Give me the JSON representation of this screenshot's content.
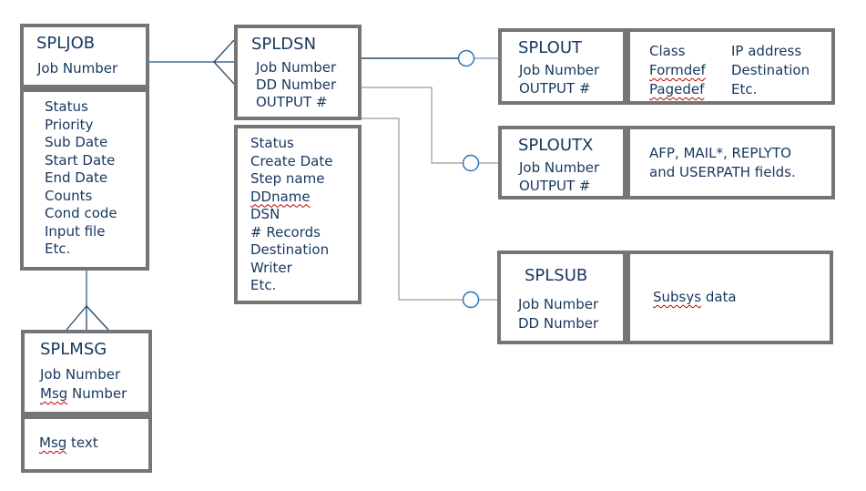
{
  "colors": {
    "text": "#17375E",
    "border": "#757575",
    "line_blue": "#41719C",
    "line_navy": "#24496F",
    "line_light": "#8AA5C0",
    "line_gray": "#9B9B9B",
    "circle_stroke": "#2E75B6",
    "squiggle": "#C00000"
  },
  "entities": {
    "spljob": {
      "title": "SPLJOB",
      "key1": "Job Number",
      "attributes": [
        "Status",
        "Priority",
        "Sub Date",
        "Start Date",
        "End Date",
        "Counts",
        "Cond code",
        "Input file",
        "Etc."
      ]
    },
    "spldsn": {
      "title": "SPLDSN",
      "keys": [
        "Job Number",
        "DD Number",
        "OUTPUT #"
      ],
      "attributes": [
        "Status",
        "Create Date",
        "Step name",
        "DDname",
        "DSN",
        "# Records",
        "Destination",
        "Writer",
        "Etc."
      ]
    },
    "splout": {
      "title": "SPLOUT",
      "keys": [
        "Job Number",
        "OUTPUT #"
      ],
      "details_col1": [
        "Class",
        "Formdef",
        "Pagedef"
      ],
      "details_col2": [
        "IP address",
        "Destination",
        "Etc."
      ]
    },
    "sploutx": {
      "title": "SPLOUTX",
      "keys": [
        "Job Number",
        "OUTPUT #"
      ],
      "details_line1": "AFP, MAIL*, REPLYTO",
      "details_line2": "and USERPATH fields."
    },
    "splsub": {
      "title": "SPLSUB",
      "keys": [
        "Job Number",
        "DD Number"
      ],
      "details_part1": "Subsys",
      "details_part2": " data"
    },
    "splmsg": {
      "title": "SPLMSG",
      "key1": "Job Number",
      "key2_part1": "Msg",
      "key2_part2": " Number",
      "attr_part1": "Msg",
      "attr_part2": " text"
    }
  }
}
